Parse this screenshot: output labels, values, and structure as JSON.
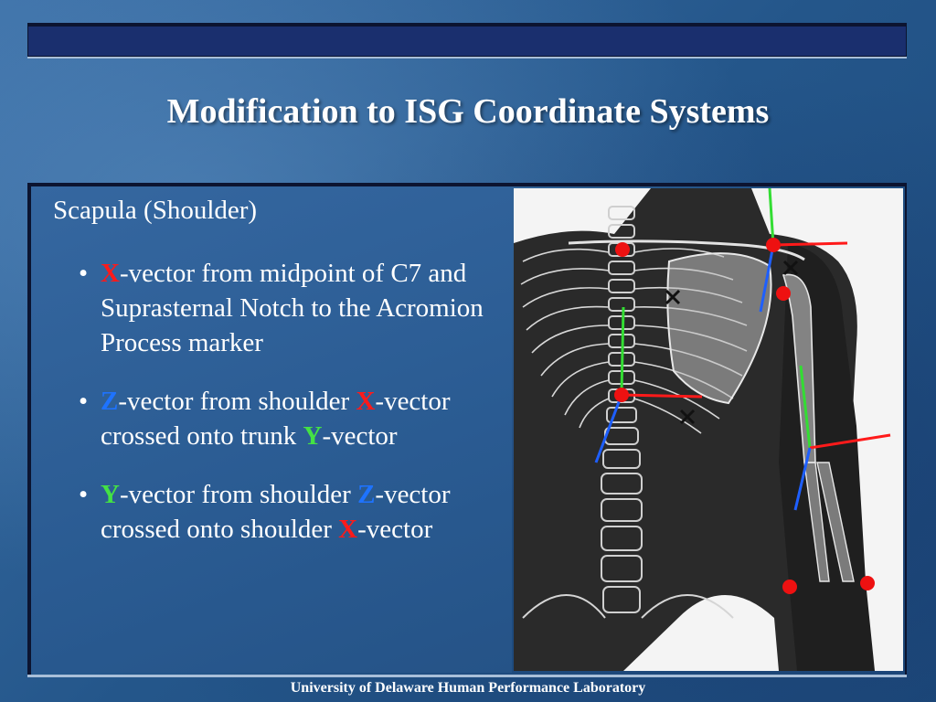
{
  "slide": {
    "title": "Modification to ISG Coordinate Systems",
    "heading": "Scapula (Shoulder)",
    "bullets": [
      {
        "parts": [
          {
            "text": "X",
            "style": "x"
          },
          {
            "text": "-vector from midpoint of C7 and Suprasternal Notch to the Acromion Process marker",
            "style": "plain"
          }
        ]
      },
      {
        "parts": [
          {
            "text": "Z",
            "style": "z"
          },
          {
            "text": "-vector from shoulder ",
            "style": "plain"
          },
          {
            "text": "X",
            "style": "x"
          },
          {
            "text": "-vector crossed onto trunk ",
            "style": "plain"
          },
          {
            "text": "Y",
            "style": "y"
          },
          {
            "text": "-vector",
            "style": "plain"
          }
        ]
      },
      {
        "parts": [
          {
            "text": "Y",
            "style": "y"
          },
          {
            "text": "-vector from shoulder ",
            "style": "plain"
          },
          {
            "text": "Z",
            "style": "z"
          },
          {
            "text": "-vector crossed onto shoulder ",
            "style": "plain"
          },
          {
            "text": "X",
            "style": "x"
          },
          {
            "text": "-vector",
            "style": "plain"
          }
        ]
      }
    ],
    "bullet_glyph": "•",
    "footer": "University of  Delaware Human Performance Laboratory"
  },
  "colors": {
    "x_vector": "#ff1a1a",
    "y_vector": "#44e244",
    "z_vector": "#1e73ff",
    "marker": "#ee1111"
  }
}
